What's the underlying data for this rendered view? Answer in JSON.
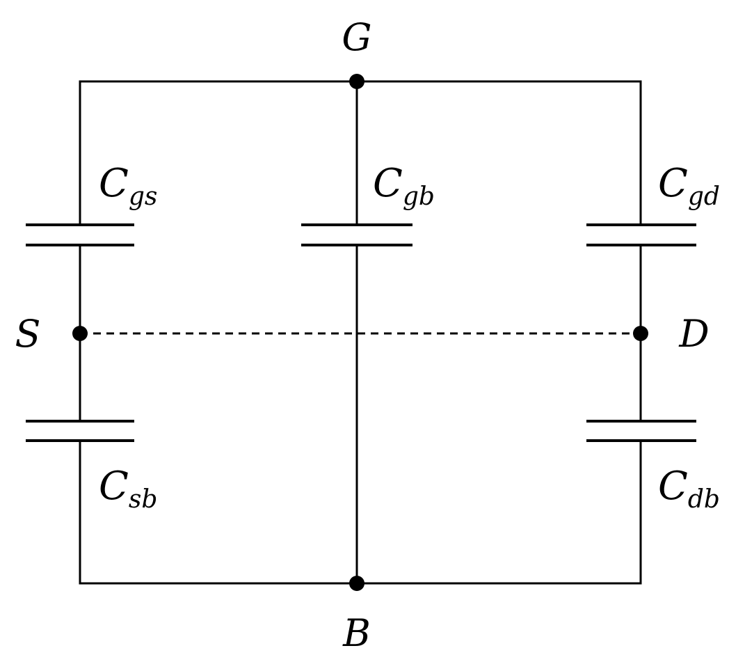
{
  "nodes": {
    "gate": "G",
    "source": "S",
    "drain": "D",
    "bulk": "B"
  },
  "capacitors": {
    "gs": {
      "main": "C",
      "sub": "gs"
    },
    "gb": {
      "main": "C",
      "sub": "gb"
    },
    "gd": {
      "main": "C",
      "sub": "gd"
    },
    "sb": {
      "main": "C",
      "sub": "sb"
    },
    "db": {
      "main": "C",
      "sub": "db"
    }
  }
}
